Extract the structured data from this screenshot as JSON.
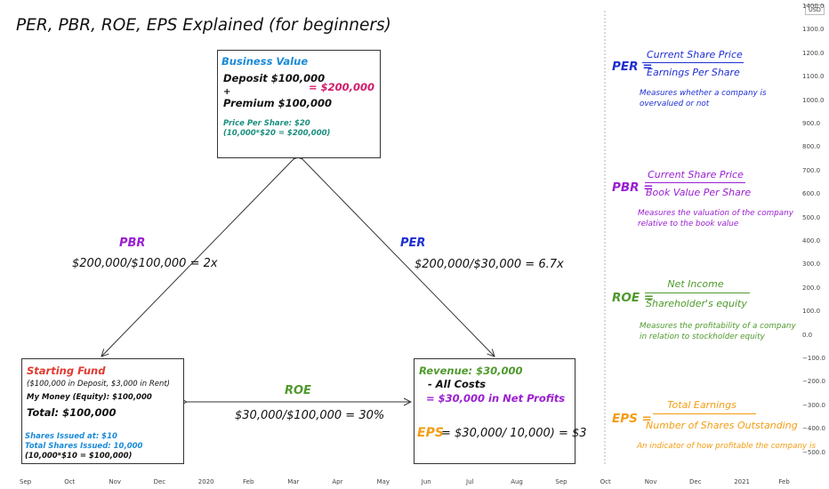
{
  "title": "PER, PBR, ROE, EPS Explained (for beginners)",
  "business_value": {
    "heading": "Business Value",
    "deposit": "Deposit $100,000",
    "plus": "+",
    "premium": "Premium $100,000",
    "total": "= $200,000",
    "price_per_share": "Price Per Share: $20",
    "calc": "(10,000*$20 = $200,000)"
  },
  "starting_fund": {
    "heading": "Starting Fund",
    "detail": "($100,000 in Deposit, $3,000 in Rent)",
    "equity": "My Money (Equity): $100,000",
    "total": "Total: $100,000",
    "shares_issued": "Shares Issued at: $10",
    "total_shares": "Total Shares Issued: 10,000",
    "calc": "(10,000*$10 = $100,000)"
  },
  "revenue": {
    "heading": "Revenue: $30,000",
    "costs": "- All Costs",
    "net": "= $30,000 in Net Profits",
    "eps_label": "EPS",
    "eps_formula": "= $30,000/ 10,000) = $3"
  },
  "edges": {
    "pbr_label": "PBR",
    "pbr_calc": "$200,000/$100,000 = 2x",
    "per_label": "PER",
    "per_calc": "$200,000/$30,000 = 6.7x",
    "roe_label": "ROE",
    "roe_calc": "$30,000/$100,000 = 30%"
  },
  "formulas": {
    "per": {
      "label": "PER =",
      "numerator": "Current Share Price",
      "denominator": "Earnings Per Share",
      "desc1": "Measures whether a company is",
      "desc2": "overvalued or not",
      "color": "#1f2fd1"
    },
    "pbr": {
      "label": "PBR =",
      "numerator": "Current Share Price",
      "denominator": "Book Value Per Share",
      "desc1": "Measures the valuation of the company",
      "desc2": "relative to the book value",
      "color": "#9a1fd1"
    },
    "roe": {
      "label": "ROE =",
      "numerator": "Net Income",
      "denominator": "Shareholder's equity",
      "desc1": "Measures the profitability of a company",
      "desc2": "in relation to stockholder equity",
      "color": "#4f9a2d"
    },
    "eps": {
      "label": "EPS =",
      "numerator": "Total Earnings",
      "denominator": "Number of Shares Outstanding",
      "desc1": "An indicator of how profitable the company is",
      "color": "#f39c12"
    }
  },
  "axis": {
    "currency": "USD",
    "y_ticks": [
      "1400.0",
      "1300.0",
      "1200.0",
      "1100.0",
      "1000.0",
      "900.0",
      "800.0",
      "700.0",
      "600.0",
      "500.0",
      "400.0",
      "300.0",
      "200.0",
      "100.0",
      "0.0",
      "−100.0",
      "−200.0",
      "−300.0",
      "−400.0",
      "−500.0"
    ],
    "x_ticks": [
      "Sep",
      "Oct",
      "Nov",
      "Dec",
      "2020",
      "Feb",
      "Mar",
      "Apr",
      "May",
      "Jun",
      "Jul",
      "Aug",
      "Sep",
      "Oct",
      "Nov",
      "Dec",
      "2021",
      "Feb"
    ]
  }
}
